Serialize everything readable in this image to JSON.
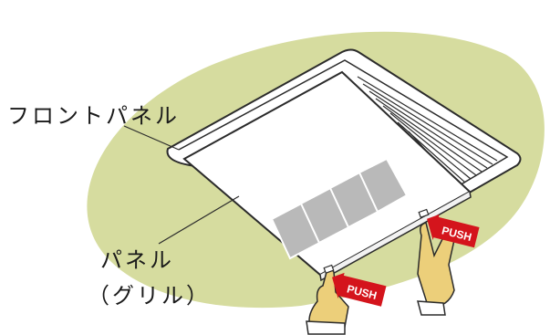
{
  "labels": {
    "front_panel": "フロントパネル",
    "panel_line1": "パネル",
    "panel_line2": "（グリル）"
  },
  "push_tags": [
    {
      "text": "PUSH"
    },
    {
      "text": "PUSH"
    }
  ],
  "colors": {
    "background_blob": "#d6dc9f",
    "panel_fill": "#ffffff",
    "outline": "#2b2b2b",
    "filter": "#b9b9b9",
    "push_tag": "#d4141c",
    "glove": "#eccf7a"
  }
}
